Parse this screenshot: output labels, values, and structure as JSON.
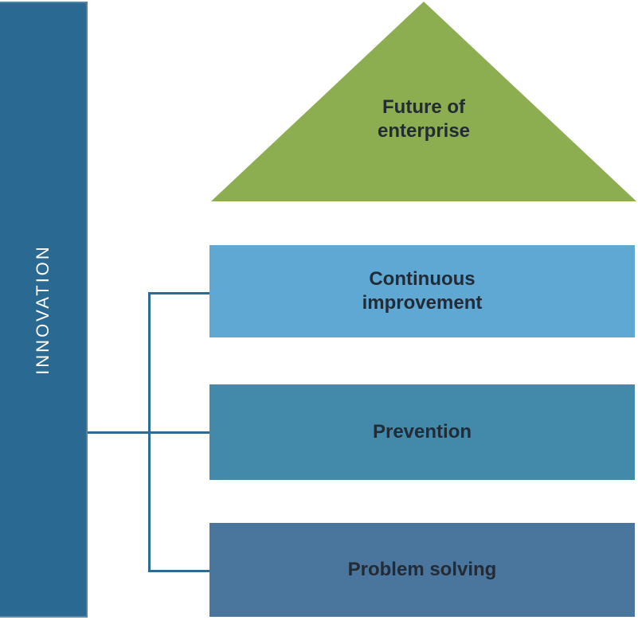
{
  "diagram": {
    "sidebar": {
      "label": "INNOVATION"
    },
    "pyramid": {
      "apex": {
        "label": "Future of enterprise"
      },
      "levels": [
        {
          "label": "Continuous improvement"
        },
        {
          "label": "Prevention"
        },
        {
          "label": "Problem solving"
        }
      ]
    },
    "colors": {
      "sidebar_bar": "#2a6a92",
      "sidebar_text": "#ffffff",
      "apex_triangle": "#8cad50",
      "level_1_bar": "#5fa8d3",
      "level_2_bar": "#4289aa",
      "level_3_bar": "#4a769d",
      "connector_line": "#2b6b94",
      "label_text": "#232b36"
    }
  }
}
